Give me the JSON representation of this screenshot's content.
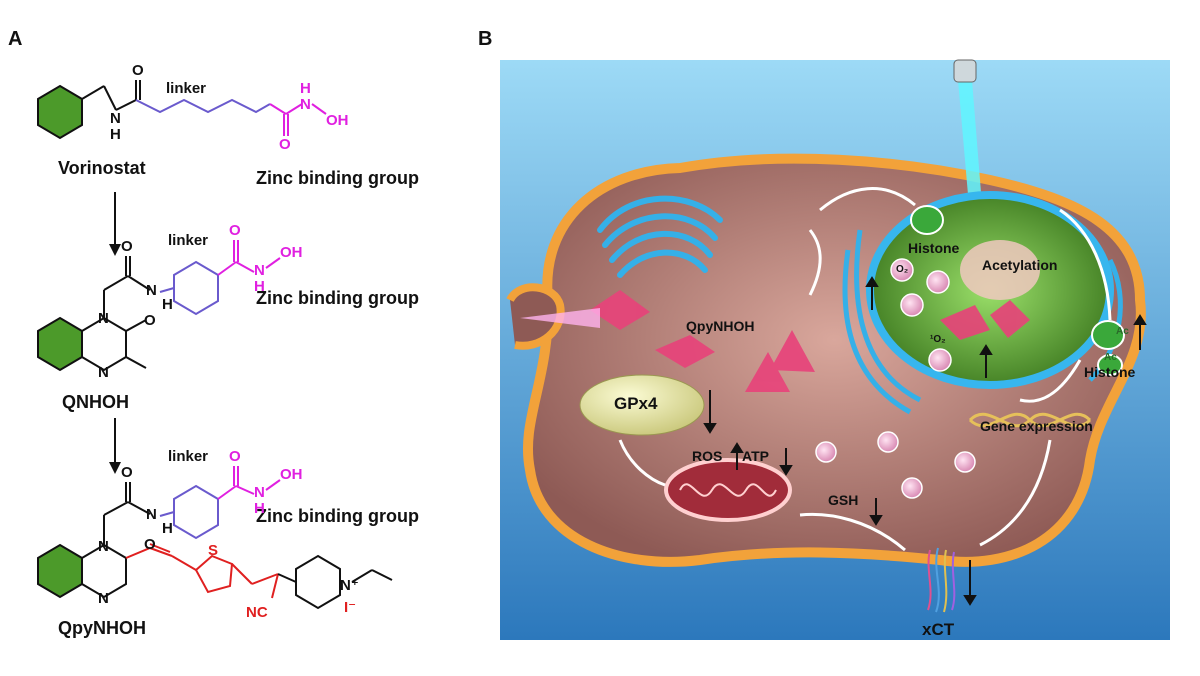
{
  "panel_a": {
    "label": "A",
    "linker_1": "linker",
    "linker_2": "linker",
    "linker_3": "linker",
    "zinc_1": "Zinc binding group",
    "zinc_2": "Zinc binding group",
    "zinc_3": "Zinc binding group",
    "compound_1": "Vorinostat",
    "compound_2": "QNHOH",
    "compound_3": "QpyNHOH",
    "atoms": {
      "O": "O",
      "N": "N",
      "H": "H",
      "OH": "OH",
      "NC": "NC",
      "S": "S",
      "I": "I⁻",
      "Nplus": "N⁺"
    }
  },
  "panel_b": {
    "label": "B",
    "molecule_label": "QpyNHOH",
    "gpx4": "GPx4",
    "ros": "ROS",
    "atp": "ATP",
    "gsh": "GSH",
    "xct": "xCT",
    "histone_top": "Histone",
    "histone_right": "Histone",
    "acetylation": "Acetylation",
    "gene_expression": "Gene expression",
    "ac1": "Ac",
    "ac2": "Ac",
    "singlet_oxygen": "¹O₂",
    "oxygen": "O₂",
    "colors": {
      "background_top": "#8fd3f4",
      "background_bottom": "#2f7fc1",
      "cell_body": "#b07a70",
      "cell_border": "#f4a340",
      "nucleus": "#4c8c2b",
      "er": "#3ab4e6",
      "laser": "#3ff0ff",
      "crystal": "#e8427a"
    }
  }
}
